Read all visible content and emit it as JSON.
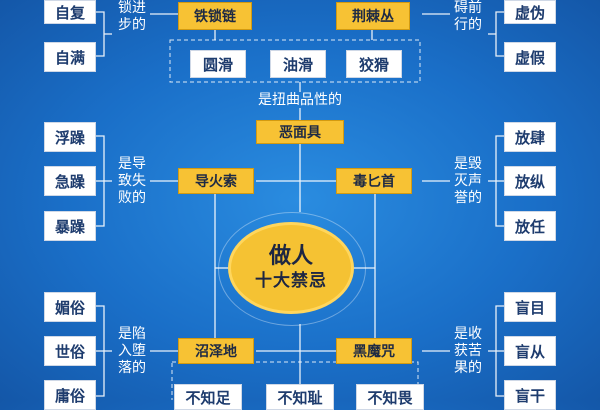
{
  "center": {
    "line1": "做人",
    "line2": "十大禁忌"
  },
  "middle": {
    "top_yellow": [
      "铁锁链",
      "荆棘丛"
    ],
    "top_white": [
      "圆滑",
      "油滑",
      "狡猾"
    ],
    "top_caption": "是扭曲品性的",
    "top_center": "恶面具",
    "mid_yellow": [
      "导火索",
      "毒匕首"
    ],
    "bottom_yellow": [
      "沼泽地",
      "黑魔咒"
    ],
    "bottom_white": [
      "不知足",
      "不知耻",
      "不知畏"
    ]
  },
  "left": {
    "top": {
      "items": [
        "自复",
        "自满"
      ],
      "caption": [
        "锁进",
        "步的"
      ]
    },
    "middle": {
      "items": [
        "浮躁",
        "急躁",
        "暴躁"
      ],
      "caption": [
        "是导",
        "致失",
        "败的"
      ]
    },
    "bottom": {
      "items": [
        "媚俗",
        "世俗",
        "庸俗"
      ],
      "caption": [
        "是陷",
        "入堕",
        "落的"
      ]
    }
  },
  "right": {
    "top": {
      "items": [
        "虚伪",
        "虚假"
      ],
      "caption": [
        "碍前",
        "行的"
      ]
    },
    "middle": {
      "items": [
        "放肆",
        "放纵",
        "放任"
      ],
      "caption": [
        "是毁",
        "灭声",
        "誉的"
      ]
    },
    "bottom": {
      "items": [
        "盲目",
        "盲从",
        "盲干"
      ],
      "caption": [
        "是收",
        "获苦",
        "果的"
      ]
    }
  }
}
